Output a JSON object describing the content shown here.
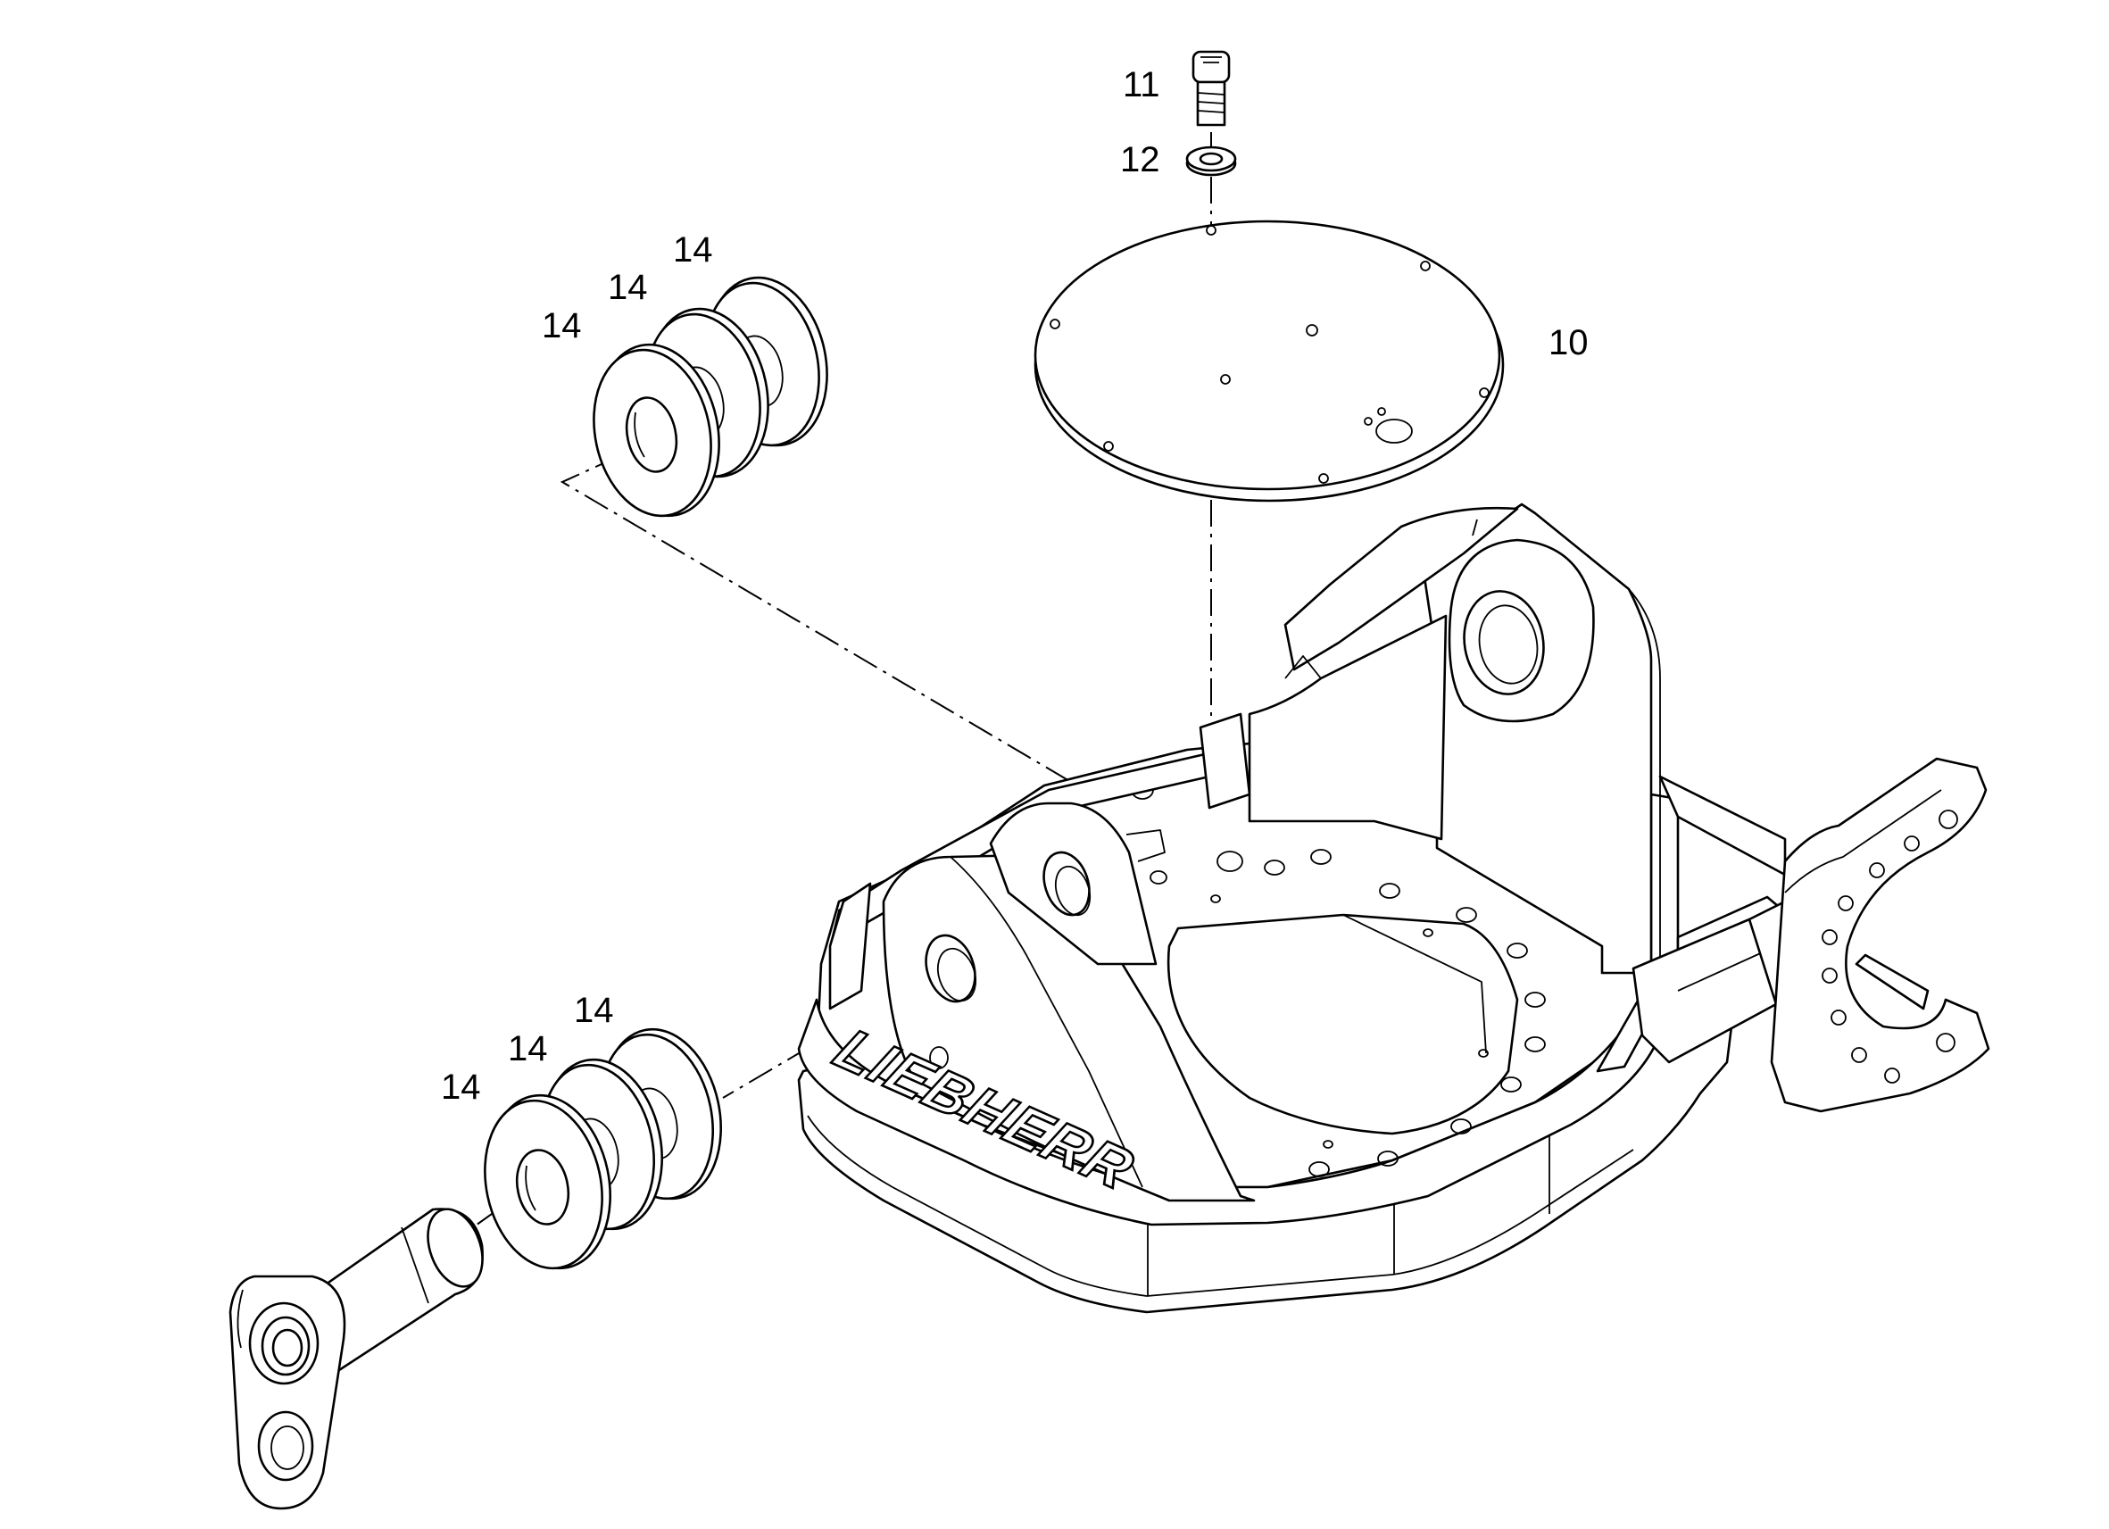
{
  "callouts": {
    "c10": "10",
    "c11": "11",
    "c12": "12",
    "c14_upper_a": "14",
    "c14_upper_b": "14",
    "c14_upper_c": "14",
    "c14_lower_a": "14",
    "c14_lower_b": "14",
    "c14_lower_c": "14"
  },
  "brand_text": "LIEBHERR"
}
